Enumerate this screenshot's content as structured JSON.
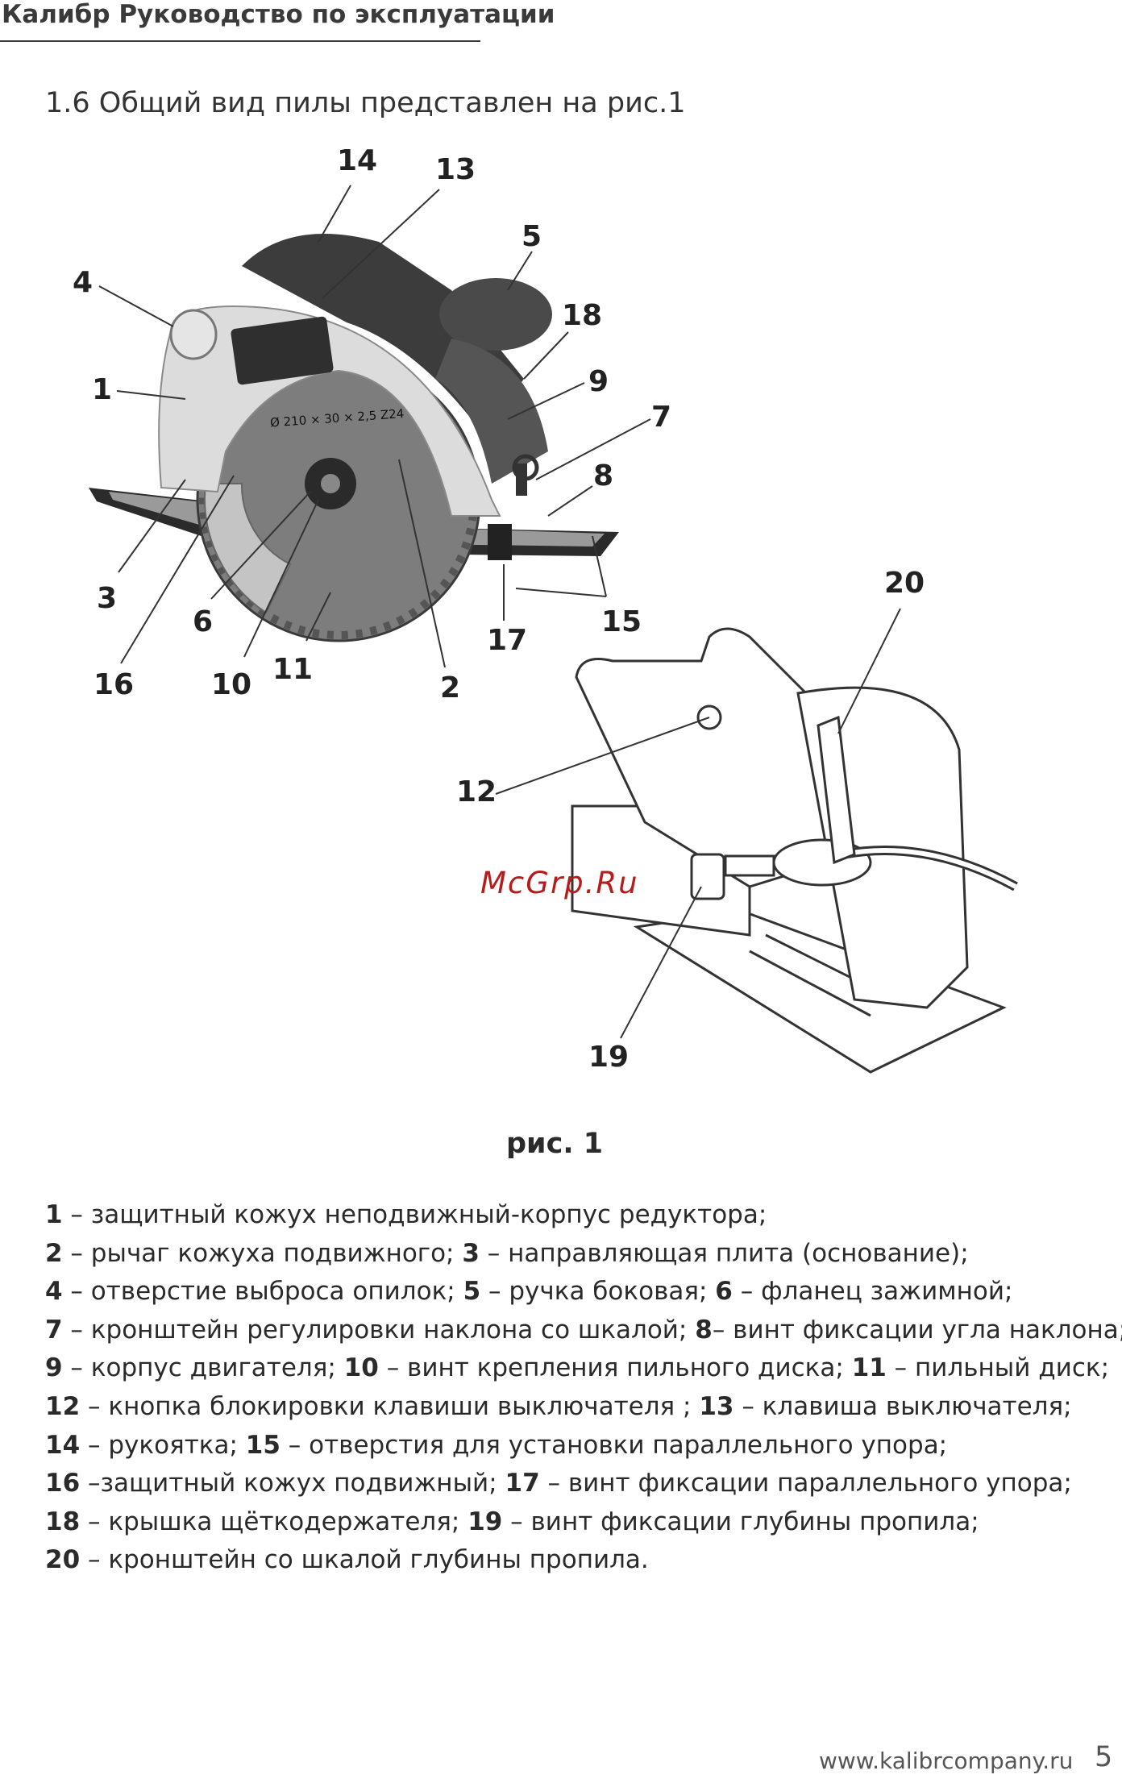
{
  "header": {
    "title": "Калибр Руководство по эксплуатации"
  },
  "section_heading": "1.6 Общий вид пилы представлен на рис.1",
  "figure": {
    "callouts": [
      "14",
      "13",
      "5",
      "4",
      "18",
      "1",
      "9",
      "7",
      "8",
      "3",
      "6",
      "16",
      "10",
      "11",
      "2",
      "17",
      "15",
      "20",
      "12",
      "19"
    ],
    "watermark": "McGrp.Ru",
    "blade_marking": "Ø 210 × 30 × 2,5 Z24"
  },
  "caption": "рис. 1",
  "legend": [
    [
      {
        "b": "1"
      },
      {
        "t": " – защитный кожух неподвижный-корпус редуктора;"
      }
    ],
    [
      {
        "b": "2"
      },
      {
        "t": " – рычаг кожуха подвижного; "
      },
      {
        "b": "3"
      },
      {
        "t": " – направляющая плита (основание);"
      }
    ],
    [
      {
        "b": "4"
      },
      {
        "t": " – отверстие выброса опилок; "
      },
      {
        "b": "5"
      },
      {
        "t": " – ручка боковая; "
      },
      {
        "b": "6"
      },
      {
        "t": " – фланец зажимной;"
      }
    ],
    [
      {
        "b": "7"
      },
      {
        "t": " – кронштейн регулировки наклона со шкалой; "
      },
      {
        "b": "8"
      },
      {
        "t": "– винт фиксации угла наклона;"
      }
    ],
    [
      {
        "b": "9"
      },
      {
        "t": " – корпус двигателя; "
      },
      {
        "b": "10"
      },
      {
        "t": " – винт крепления пильного диска; "
      },
      {
        "b": "11"
      },
      {
        "t": " – пильный диск;"
      }
    ],
    [
      {
        "b": "12"
      },
      {
        "t": " – кнопка блокировки клавиши выключателя ; "
      },
      {
        "b": "13"
      },
      {
        "t": " – клавиша выключателя;"
      }
    ],
    [
      {
        "b": "14"
      },
      {
        "t": " – рукоятка; "
      },
      {
        "b": "15"
      },
      {
        "t": " – отверстия для установки параллельного упора;"
      }
    ],
    [
      {
        "b": "16"
      },
      {
        "t": " –защитный кожух подвижный; "
      },
      {
        "b": "17"
      },
      {
        "t": " – винт фиксации параллельного упора;"
      }
    ],
    [
      {
        "b": "18"
      },
      {
        "t": " – крышка щёткодержателя; "
      },
      {
        "b": "19"
      },
      {
        "t": " – винт фиксации глубины пропила;"
      }
    ],
    [
      {
        "b": "20"
      },
      {
        "t": " – кронштейн со шкалой глубины пропила."
      }
    ]
  ],
  "footer": {
    "url": "www.kalibrcompany.ru",
    "page_number": "5"
  }
}
